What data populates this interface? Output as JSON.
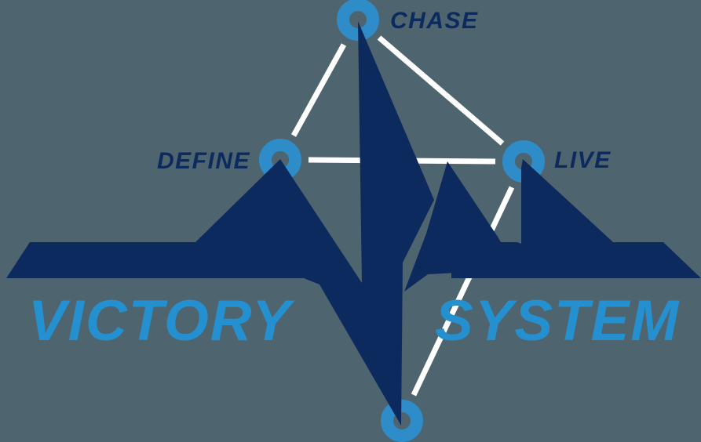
{
  "logo": {
    "brand": {
      "word_left": "VICTORY",
      "word_right": "SYSTEM"
    },
    "nodes": {
      "top_label": "CHASE",
      "left_label": "DEFINE",
      "right_label": "LIVE",
      "bottom_label": ""
    },
    "colors": {
      "background": "#4E646E",
      "navy": "#0D2A5E",
      "node_blue": "#2E8CC9",
      "brand_blue": "#2590D0",
      "connector_white": "#FFFFFF"
    }
  }
}
